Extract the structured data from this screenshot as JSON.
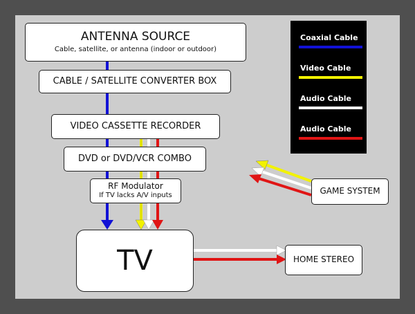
{
  "colors": {
    "coaxial": "#1212d6",
    "video": "#f2f200",
    "audio_white": "#ffffff",
    "audio_red": "#e01515"
  },
  "boxes": {
    "antenna_title": "ANTENNA SOURCE",
    "antenna_sub": "Cable, satellite, or antenna (indoor or outdoor)",
    "converter": "CABLE / SATELLITE CONVERTER BOX",
    "vcr": "VIDEO CASSETTE RECORDER",
    "dvd": "DVD or DVD/VCR COMBO",
    "rf_title": "RF Modulator",
    "rf_sub": "If TV lacks A/V inputs",
    "tv": "TV",
    "game": "GAME SYSTEM",
    "stereo": "HOME STEREO"
  },
  "legend": [
    {
      "label": "Coaxial Cable",
      "color": "#1212d6"
    },
    {
      "label": "Video Cable",
      "color": "#f2f200"
    },
    {
      "label": "Audio Cable",
      "color": "#ffffff"
    },
    {
      "label": "Audio Cable",
      "color": "#e01515"
    }
  ]
}
